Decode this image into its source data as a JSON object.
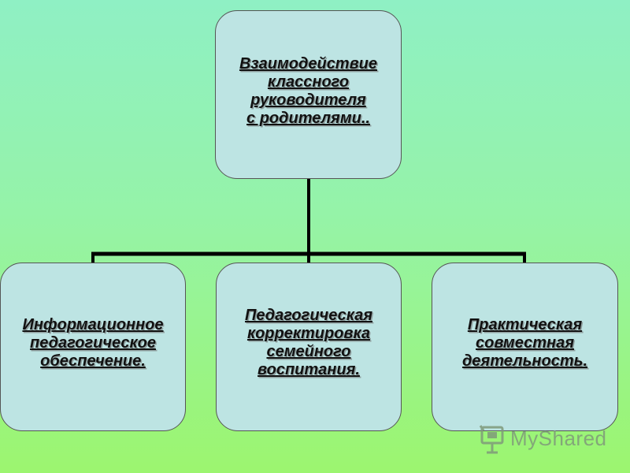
{
  "diagram": {
    "root": {
      "label": "Взаимодействие\nклассного\nруководителя\nс родителями.."
    },
    "children": [
      {
        "label": "Информационное \nпедагогическое\nобеспечение."
      },
      {
        "label": "Педагогическая\nкорректировка\nсемейного \nвоспитания."
      },
      {
        "label": "Практическая\nсовместная\nдеятельность."
      }
    ]
  },
  "watermark": {
    "text": "MyShared"
  },
  "colors": {
    "node_fill": "#bde4e3",
    "connector": "#000000"
  }
}
